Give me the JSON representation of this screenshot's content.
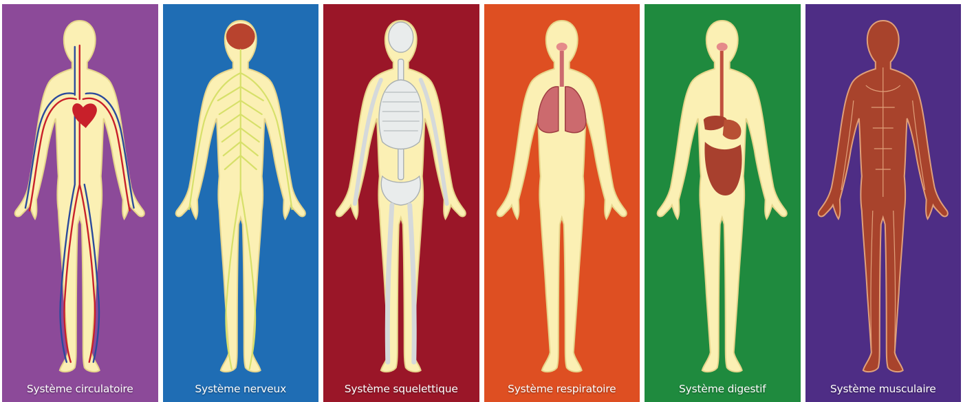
{
  "panels": [
    {
      "id": "circulatory",
      "label": "Système circulatoire",
      "background": "#8c4a99"
    },
    {
      "id": "nervous",
      "label": "Système nerveux",
      "background": "#1f6db4"
    },
    {
      "id": "skeletal",
      "label": "Système squelettique",
      "background": "#9a1628"
    },
    {
      "id": "respiratory",
      "label": "Système respiratoire",
      "background": "#de4f22"
    },
    {
      "id": "digestive",
      "label": "Système digestif",
      "background": "#1f8a3e"
    },
    {
      "id": "muscular",
      "label": "Système musculaire",
      "background": "#4e2d85"
    }
  ],
  "colors": {
    "body": "#fbf0b4",
    "body_outline": "#e6d58c",
    "artery": "#c8202a",
    "vein": "#2a4a9c",
    "nerve": "#d7e06a",
    "brain": "#b8432e",
    "bone": "#e9ecec",
    "bone_outline": "#a9b0b2",
    "lung": "#cc6a6e",
    "organ": "#a8402e",
    "muscle": "#a8432c",
    "muscle_line": "#e0a07a"
  }
}
